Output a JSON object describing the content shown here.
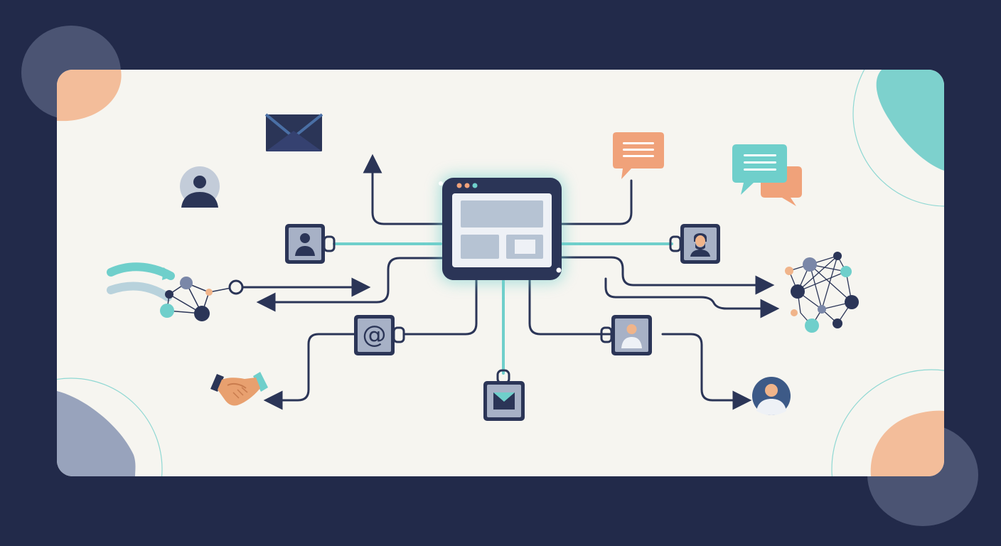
{
  "colors": {
    "background": "#222a4a",
    "card": "#f6f5f0",
    "navy": "#2b3557",
    "teal": "#6fcfcb",
    "peach": "#f0b48a",
    "slate": "#8f9bb5",
    "node_gray": "#7a87a8"
  },
  "hub": {
    "icon": "browser-window-icon",
    "traffic_light_colors": [
      "#f0a27a",
      "#f0a27a",
      "#6fcfcb"
    ]
  },
  "nodes": [
    {
      "id": "envelope",
      "icon": "envelope-icon"
    },
    {
      "id": "user-avatar",
      "icon": "user-avatar-icon"
    },
    {
      "id": "user-lock-badge",
      "icon": "user-lock-badge-icon"
    },
    {
      "id": "network-cluster-left",
      "icon": "network-cluster-icon"
    },
    {
      "id": "at-sign-lock-badge",
      "icon": "at-sign-lock-badge-icon",
      "symbol": "@"
    },
    {
      "id": "handshake",
      "icon": "handshake-icon"
    },
    {
      "id": "mail-lock-badge",
      "icon": "mail-lock-badge-icon"
    },
    {
      "id": "profile-lock-badge",
      "icon": "profile-lock-badge-icon"
    },
    {
      "id": "person-avatar",
      "icon": "person-avatar-icon"
    },
    {
      "id": "network-cluster-right",
      "icon": "network-cluster-icon"
    },
    {
      "id": "person-lock-badge",
      "icon": "person-lock-badge-icon"
    },
    {
      "id": "chat-bubble",
      "icon": "chat-bubble-icon"
    },
    {
      "id": "chat-bubbles-pair",
      "icon": "chat-bubbles-icon"
    }
  ]
}
